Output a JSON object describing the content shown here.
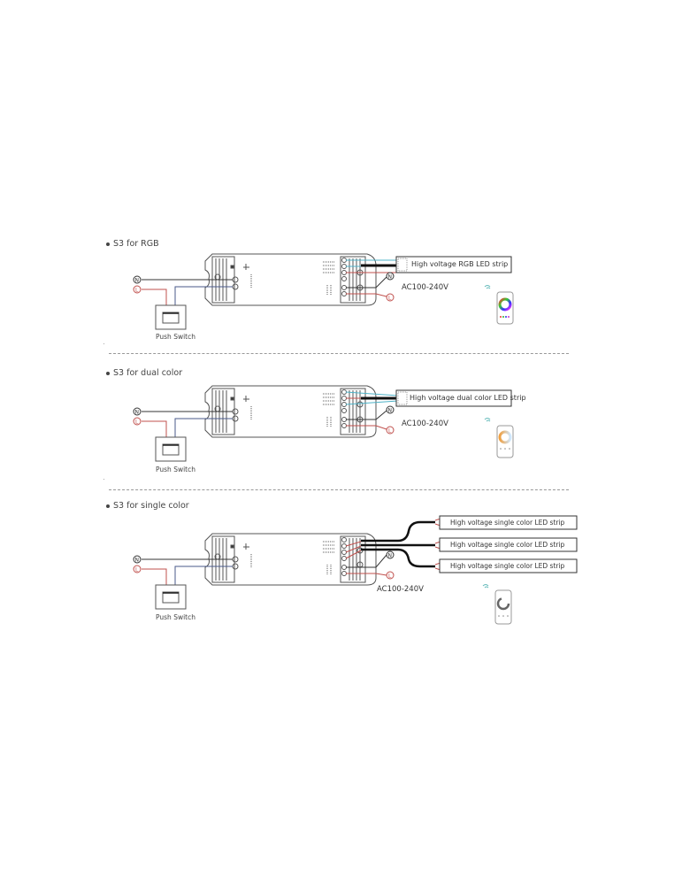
{
  "sections": [
    {
      "title": "S3 for RGB",
      "strips": [
        "High voltage RGB LED strip"
      ],
      "voltage": "AC100-240V",
      "switch_label": "Push Switch",
      "neutral_symbol": "N",
      "live_symbol": "L",
      "remote": "rgb-remote"
    },
    {
      "title": "S3 for dual color",
      "strips": [
        "High voltage dual color LED strip"
      ],
      "voltage": "AC100-240V",
      "switch_label": "Push Switch",
      "neutral_symbol": "N",
      "live_symbol": "L",
      "remote": "cct-remote"
    },
    {
      "title": "S3 for single color",
      "strips": [
        "High voltage single color LED strip",
        "High voltage single color LED strip",
        "High voltage single color LED strip"
      ],
      "voltage": "AC100-240V",
      "switch_label": "Push Switch",
      "neutral_symbol": "N",
      "live_symbol": "L",
      "remote": "dimmer-remote"
    }
  ],
  "colors": {
    "neutral_wire": "#333333",
    "live_wire": "#c0504d",
    "switch_wire": "#4a5a8a",
    "cyan_wire": "#4fb3c8",
    "cable": "#111111"
  }
}
